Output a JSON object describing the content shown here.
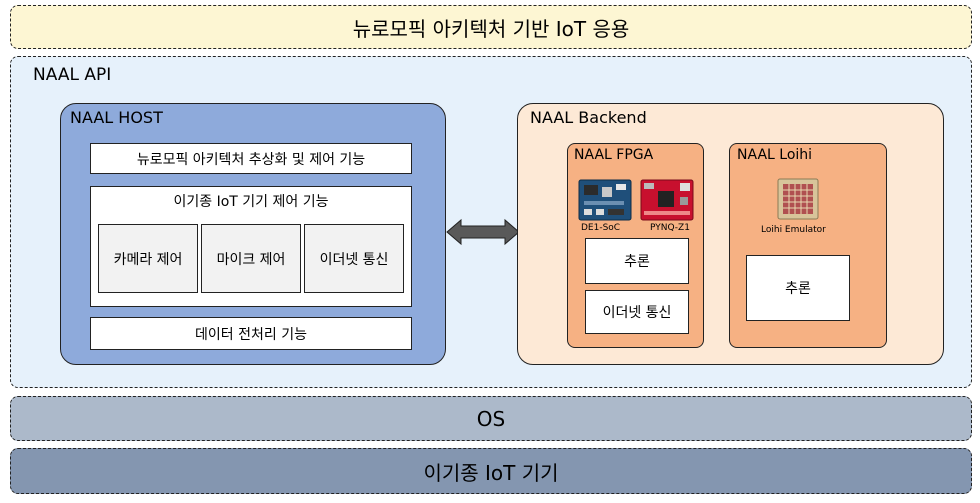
{
  "top_layer": {
    "label": "뉴로모픽 아키텍처 기반 IoT 응용"
  },
  "api": {
    "title": "NAAL API",
    "host": {
      "title": "NAAL HOST",
      "abstraction": "뉴로모픽 아키텍처 추상화 및 제어 기능",
      "hetero": {
        "title": "이기종 IoT 기기 제어 기능",
        "items": [
          "카메라 제어",
          "마이크 제어",
          "이더넷 통신"
        ]
      },
      "preprocess": "데이터 전처리 기능"
    },
    "backend": {
      "title": "NAAL Backend",
      "fpga": {
        "title": "NAAL FPGA",
        "boards": [
          "DE1-SoC",
          "PYNQ-Z1"
        ],
        "inference": "추론",
        "ethernet": "이더넷 통신"
      },
      "loihi": {
        "title": "NAAL Loihi",
        "emulator": "Loihi Emulator",
        "inference": "추론"
      }
    }
  },
  "os_layer": {
    "label": "OS"
  },
  "device_layer": {
    "label": "이기종 IoT 기기"
  },
  "colors": {
    "top_bg": "#fdf6d3",
    "api_bg": "#e6f1fb",
    "host_bg": "#8eaadb",
    "backend_bg": "#fde9d6",
    "inner_orange": "#f6b183",
    "os_bg": "#acb9ca",
    "device_bg": "#8496b0",
    "item_bg": "#f2f2f2"
  }
}
